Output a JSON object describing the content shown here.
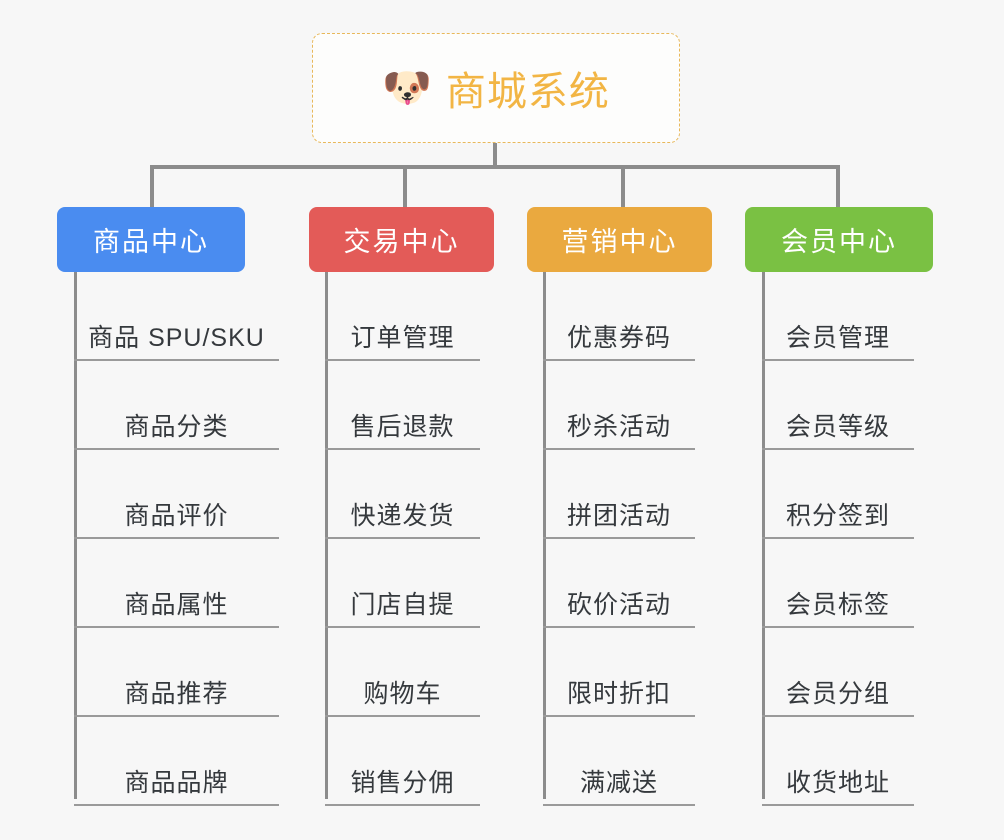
{
  "root": {
    "icon": "shiba-dog-face-emoji",
    "icon_glyph": "🐶",
    "title": "商城系统",
    "title_color": "#f2b544",
    "border_color": "#e8b85a"
  },
  "connector_color": "#8c8c8c",
  "background_color": "#f7f7f7",
  "branches": [
    {
      "label": "商品中心",
      "color": "#4a8cf0",
      "leaves": [
        "商品 SPU/SKU",
        "商品分类",
        "商品评价",
        "商品属性",
        "商品推荐",
        "商品品牌"
      ]
    },
    {
      "label": "交易中心",
      "color": "#e35b58",
      "leaves": [
        "订单管理",
        "售后退款",
        "快递发货",
        "门店自提",
        "购物车",
        "销售分佣"
      ]
    },
    {
      "label": "营销中心",
      "color": "#eaa93f",
      "leaves": [
        "优惠券码",
        "秒杀活动",
        "拼团活动",
        "砍价活动",
        "限时折扣",
        "满减送"
      ]
    },
    {
      "label": "会员中心",
      "color": "#7ac143",
      "leaves": [
        "会员管理",
        "会员等级",
        "积分签到",
        "会员标签",
        "会员分组",
        "收货地址"
      ]
    }
  ]
}
